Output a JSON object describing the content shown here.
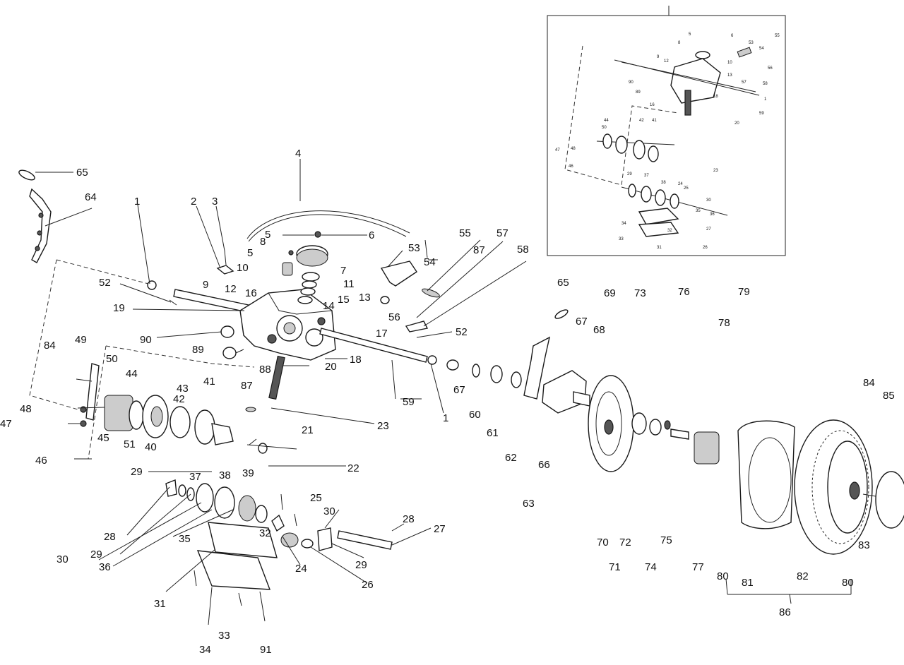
{
  "labels": [
    {
      "id": "1",
      "text": "1"
    },
    {
      "id": "1b",
      "text": "1"
    },
    {
      "id": "2",
      "text": "2"
    },
    {
      "id": "3",
      "text": "3"
    },
    {
      "id": "4",
      "text": "4"
    },
    {
      "id": "5a",
      "text": "5"
    },
    {
      "id": "5b",
      "text": "5"
    },
    {
      "id": "6",
      "text": "6"
    },
    {
      "id": "7",
      "text": "7"
    },
    {
      "id": "8",
      "text": "8"
    },
    {
      "id": "9",
      "text": "9"
    },
    {
      "id": "10",
      "text": "10"
    },
    {
      "id": "11",
      "text": "11"
    },
    {
      "id": "12",
      "text": "12"
    },
    {
      "id": "13",
      "text": "13"
    },
    {
      "id": "14",
      "text": "14"
    },
    {
      "id": "15",
      "text": "15"
    },
    {
      "id": "16",
      "text": "16"
    },
    {
      "id": "17",
      "text": "17"
    },
    {
      "id": "18",
      "text": "18"
    },
    {
      "id": "19",
      "text": "19"
    },
    {
      "id": "20",
      "text": "20"
    },
    {
      "id": "21",
      "text": "21"
    },
    {
      "id": "22",
      "text": "22"
    },
    {
      "id": "23",
      "text": "23"
    },
    {
      "id": "24",
      "text": "24"
    },
    {
      "id": "25",
      "text": "25"
    },
    {
      "id": "26",
      "text": "26"
    },
    {
      "id": "27",
      "text": "27"
    },
    {
      "id": "28a",
      "text": "28"
    },
    {
      "id": "28b",
      "text": "28"
    },
    {
      "id": "29a",
      "text": "29"
    },
    {
      "id": "29b",
      "text": "29"
    },
    {
      "id": "29c",
      "text": "29"
    },
    {
      "id": "30a",
      "text": "30"
    },
    {
      "id": "30b",
      "text": "30"
    },
    {
      "id": "31",
      "text": "31"
    },
    {
      "id": "32",
      "text": "32"
    },
    {
      "id": "33",
      "text": "33"
    },
    {
      "id": "34",
      "text": "34"
    },
    {
      "id": "35",
      "text": "35"
    },
    {
      "id": "36",
      "text": "36"
    },
    {
      "id": "37",
      "text": "37"
    },
    {
      "id": "38",
      "text": "38"
    },
    {
      "id": "39",
      "text": "39"
    },
    {
      "id": "40",
      "text": "40"
    },
    {
      "id": "41",
      "text": "41"
    },
    {
      "id": "42",
      "text": "42"
    },
    {
      "id": "43",
      "text": "43"
    },
    {
      "id": "44",
      "text": "44"
    },
    {
      "id": "45",
      "text": "45"
    },
    {
      "id": "46",
      "text": "46"
    },
    {
      "id": "47",
      "text": "47"
    },
    {
      "id": "48",
      "text": "48"
    },
    {
      "id": "49",
      "text": "49"
    },
    {
      "id": "50",
      "text": "50"
    },
    {
      "id": "51",
      "text": "51"
    },
    {
      "id": "52a",
      "text": "52"
    },
    {
      "id": "52b",
      "text": "52"
    },
    {
      "id": "53",
      "text": "53"
    },
    {
      "id": "54",
      "text": "54"
    },
    {
      "id": "55",
      "text": "55"
    },
    {
      "id": "56",
      "text": "56"
    },
    {
      "id": "57",
      "text": "57"
    },
    {
      "id": "58",
      "text": "58"
    },
    {
      "id": "59",
      "text": "59"
    },
    {
      "id": "60",
      "text": "60"
    },
    {
      "id": "61",
      "text": "61"
    },
    {
      "id": "62",
      "text": "62"
    },
    {
      "id": "63",
      "text": "63"
    },
    {
      "id": "64",
      "text": "64"
    },
    {
      "id": "65a",
      "text": "65"
    },
    {
      "id": "65b",
      "text": "65"
    },
    {
      "id": "66",
      "text": "66"
    },
    {
      "id": "67a",
      "text": "67"
    },
    {
      "id": "67b",
      "text": "67"
    },
    {
      "id": "68",
      "text": "68"
    },
    {
      "id": "69",
      "text": "69"
    },
    {
      "id": "70",
      "text": "70"
    },
    {
      "id": "71",
      "text": "71"
    },
    {
      "id": "72",
      "text": "72"
    },
    {
      "id": "73",
      "text": "73"
    },
    {
      "id": "74",
      "text": "74"
    },
    {
      "id": "75",
      "text": "75"
    },
    {
      "id": "76",
      "text": "76"
    },
    {
      "id": "77",
      "text": "77"
    },
    {
      "id": "78",
      "text": "78"
    },
    {
      "id": "79",
      "text": "79"
    },
    {
      "id": "80a",
      "text": "80"
    },
    {
      "id": "80b",
      "text": "80"
    },
    {
      "id": "81",
      "text": "81"
    },
    {
      "id": "82",
      "text": "82"
    },
    {
      "id": "83",
      "text": "83"
    },
    {
      "id": "84a",
      "text": "84"
    },
    {
      "id": "84b",
      "text": "84"
    },
    {
      "id": "85",
      "text": "85"
    },
    {
      "id": "86",
      "text": "86"
    },
    {
      "id": "87a",
      "text": "87"
    },
    {
      "id": "87b",
      "text": "87"
    },
    {
      "id": "88",
      "text": "88"
    },
    {
      "id": "89",
      "text": "89"
    },
    {
      "id": "90",
      "text": "90"
    },
    {
      "id": "91",
      "text": "91"
    }
  ],
  "inset": {
    "labels": [
      "6",
      "5",
      "8",
      "53",
      "55",
      "54",
      "9",
      "12",
      "10",
      "56",
      "13",
      "90",
      "89",
      "16",
      "18",
      "57",
      "58",
      "1",
      "59",
      "20",
      "48",
      "44",
      "50",
      "42",
      "41",
      "47",
      "46",
      "23",
      "29",
      "37",
      "38",
      "24",
      "25",
      "30",
      "35",
      "36",
      "34",
      "33",
      "31",
      "32",
      "27",
      "26"
    ]
  }
}
